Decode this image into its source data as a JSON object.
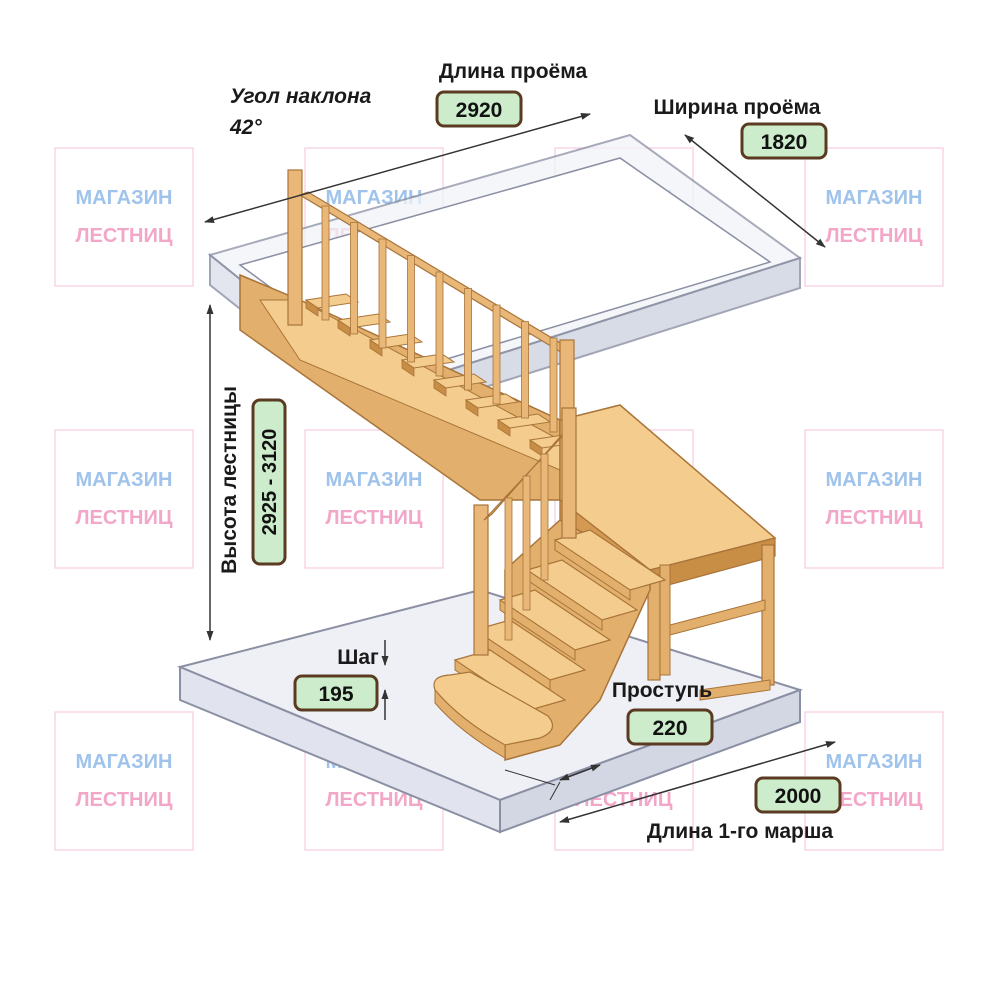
{
  "labels": {
    "opening_length_title": "Длина проёма",
    "opening_length_value": "2920",
    "opening_width_title": "Ширина проёма",
    "opening_width_value": "1820",
    "angle_title": "Угол наклона",
    "angle_value": "42°",
    "height_title": "Высота лестницы",
    "height_value": "2925 - 3120",
    "step_title": "Шаг",
    "step_value": "195",
    "tread_title": "Проступь",
    "tread_value": "220",
    "flight_title": "Длина 1-го марша",
    "flight_value": "2000"
  },
  "watermark": {
    "line1": "МАГАЗИН",
    "line2": "ЛЕСТНИЦ"
  },
  "colors": {
    "badge_fill": "#cdeccb",
    "badge_stroke": "#5a3b22",
    "wood_light": "#f3cc8e",
    "wood_mid": "#e2b06c",
    "wood_dark": "#c98e45",
    "slab_fill": "#eef0f6",
    "slab_stroke": "#8a8fa3",
    "watermark_blue": "#9fc3ea",
    "watermark_pink": "#f2a7c8"
  }
}
